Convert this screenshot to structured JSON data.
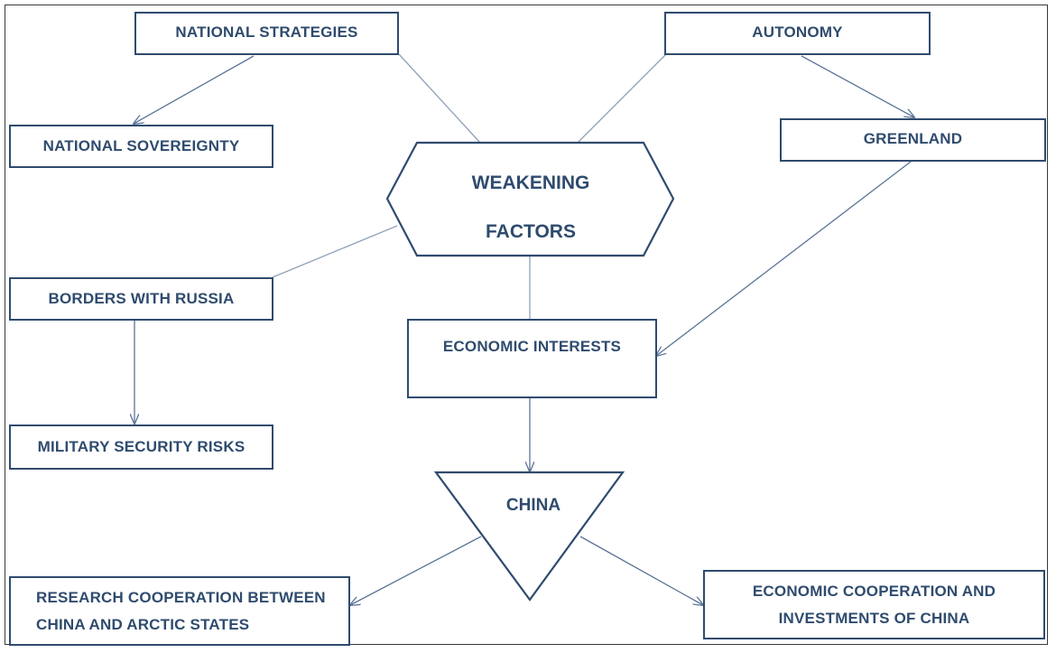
{
  "diagram": {
    "center": {
      "line1": "WEAKENING",
      "line2": "FACTORS"
    },
    "nodes": {
      "national_strategies": "NATIONAL STRATEGIES",
      "autonomy": "AUTONOMY",
      "national_sovereignty": "NATIONAL SOVEREIGNTY",
      "greenland": "GREENLAND",
      "borders_with_russia": "BORDERS WITH RUSSIA",
      "economic_interests": "ECONOMIC INTERESTS",
      "military_security_risks": "MILITARY SECURITY RISKS",
      "china": "CHINA",
      "research_cooperation": {
        "line1": "RESEARCH COOPERATION BETWEEN",
        "line2": "CHINA AND ARCTIC STATES"
      },
      "economic_cooperation": {
        "line1": "ECONOMIC COOPERATION AND",
        "line2": "INVESTMENTS OF CHINA"
      }
    },
    "colors": {
      "text": "#2f4b6e",
      "box_border": "#2f4b6e",
      "line": "#5b7396",
      "frame": "#3a3a3a"
    }
  }
}
